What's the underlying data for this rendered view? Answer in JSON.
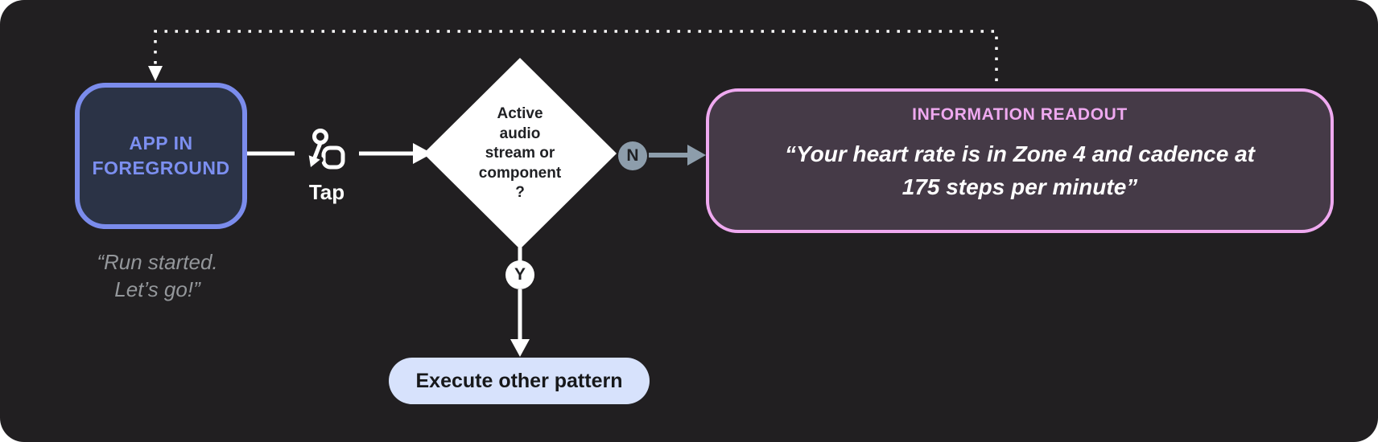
{
  "diagram": {
    "start_node": {
      "label": "APP IN\nFOREGROUND",
      "caption": "“Run started.\nLet’s go!”"
    },
    "tap": {
      "label": "Tap",
      "icon": "tap-gesture-icon"
    },
    "decision": {
      "label": "Active\naudio\nstream or\ncomponent\n?"
    },
    "no_branch": {
      "badge": "N"
    },
    "yes_branch": {
      "badge": "Y"
    },
    "readout_node": {
      "title": "INFORMATION READOUT",
      "quote": "“Your heart rate is in Zone 4 and cadence at\n175 steps per minute”"
    },
    "other_pattern_node": {
      "label": "Execute other pattern"
    }
  },
  "colors": {
    "background": "#211F21",
    "app_node_border": "#7B8CEC",
    "app_node_fill": "#2B3346",
    "app_node_text": "#7C8FF0",
    "caption_text": "#94979B",
    "decision_fill": "#FFFFFF",
    "decision_text": "#202124",
    "no_branch_gray_blue": "#8D9DAB",
    "readout_border": "#EFA9F0",
    "readout_fill": "#453A47",
    "readout_title_text": "#EFA9F0",
    "readout_quote_text": "#FFFFFF",
    "pill_fill": "#D7E2FC",
    "pill_text": "#17181A",
    "connector_white": "#FFFFFF"
  }
}
